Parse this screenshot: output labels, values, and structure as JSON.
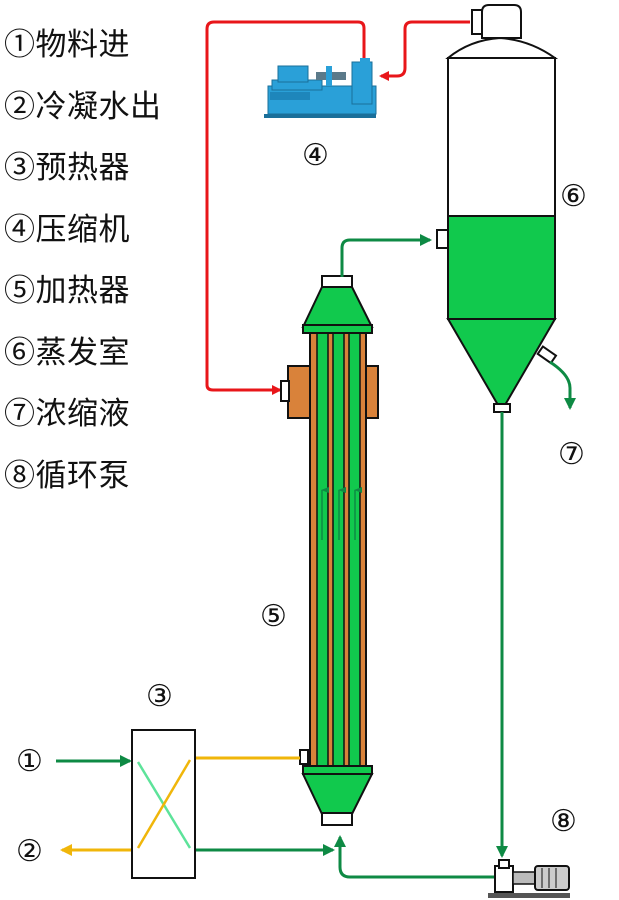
{
  "legend": [
    "①物料进",
    "②冷凝水出",
    "③预热器",
    "④压缩机",
    "⑤加热器",
    "⑥蒸发室",
    "⑦浓缩液",
    "⑧循环泵"
  ],
  "labels": {
    "n1": "①",
    "n2": "②",
    "n3": "③",
    "n4": "④",
    "n5": "⑤",
    "n6": "⑥",
    "n7": "⑦",
    "n8": "⑧"
  },
  "colors": {
    "vapor_line": "#e8161a",
    "liquid_line": "#0e8a44",
    "condensate_line": "#f0b60a",
    "liquid_fill": "#11c94d",
    "heater_jacket": "#d9823a",
    "compressor": "#2aa0d8",
    "outline": "#111111"
  }
}
